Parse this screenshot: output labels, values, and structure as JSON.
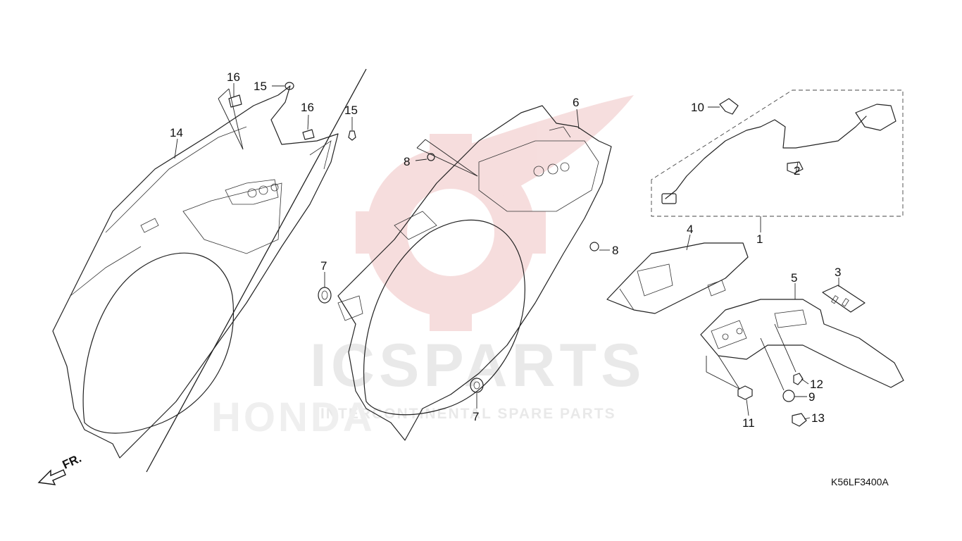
{
  "diagram": {
    "code": "K56LF3400A",
    "direction_label": "FR.",
    "callouts": [
      "1",
      "2",
      "3",
      "4",
      "5",
      "6",
      "7",
      "8",
      "9",
      "10",
      "11",
      "12",
      "13",
      "14",
      "15",
      "16"
    ]
  },
  "watermark": {
    "brand": "ICSPARTS",
    "tagline": "INTERCONTINENTAL SPARE PARTS",
    "maker": "HONDA"
  },
  "colors": {
    "line": "#222222",
    "watermark_red": "#e8b3b3",
    "watermark_grey": "#d6d6d6"
  }
}
